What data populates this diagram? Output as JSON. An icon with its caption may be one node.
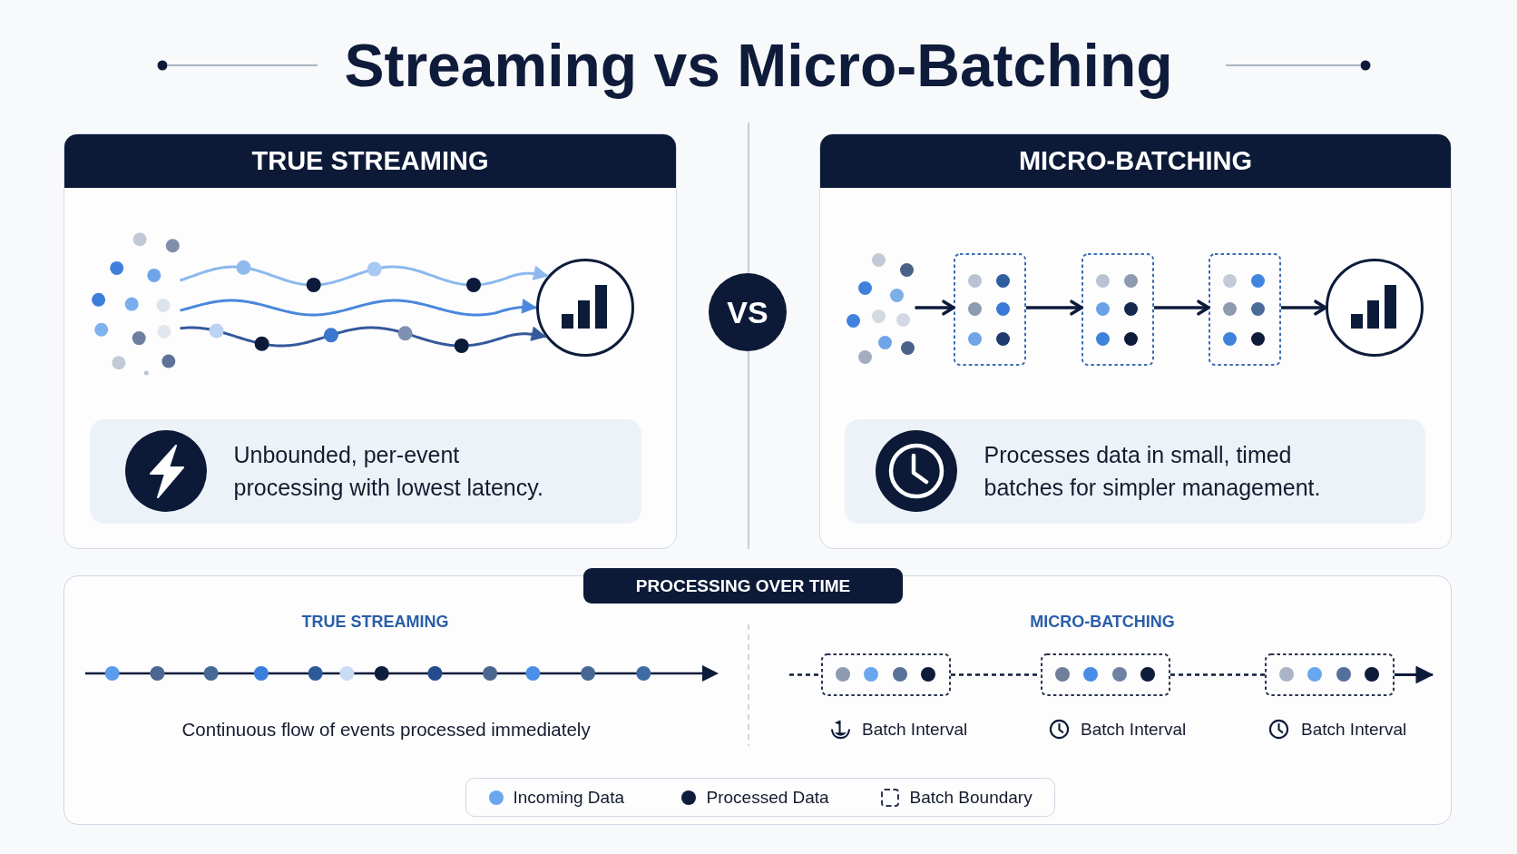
{
  "diagram": {
    "title": "Streaming vs Micro-Batching",
    "nodes": [
      {
        "text": [
          "TRUE STREAMING"
        ]
      },
      {
        "text": [],
        "shape": "picture",
        "in": 0
      },
      {
        "text": [],
        "shape": "circle",
        "in": 0
      },
      {
        "text": [
          "Unbounded, per-event processing with lowest latency."
        ],
        "in": 0
      },
      {
        "text": [
          "VS"
        ]
      },
      {
        "text": [
          "MICRO-BATCHING"
        ]
      },
      {
        "text": [],
        "shape": "picture",
        "in": 5
      },
      {
        "text": [],
        "shape": "box",
        "in": 5
      },
      {
        "text": [],
        "shape": "box",
        "in": 5
      },
      {
        "text": [],
        "shape": "box",
        "in": 5
      },
      {
        "text": [],
        "shape": "circle",
        "in": 5
      },
      {
        "text": [
          "Processes data in small, timed batches for simpler management."
        ],
        "in": 5
      },
      {
        "text": [
          "PROCESSING OVER TIME"
        ]
      },
      {
        "text": [],
        "shape": "box",
        "in": 12,
        "beside": [
          "Batch Interval"
        ]
      },
      {
        "text": [],
        "shape": "box",
        "in": 12,
        "beside": [
          "Batch Interval"
        ]
      },
      {
        "text": [],
        "shape": "box",
        "in": 12,
        "beside": [
          "Batch Interval"
        ]
      }
    ],
    "edges": [
      {
        "from": 1,
        "to": 2,
        "arrow": "to",
        "color": "#8cb8ee"
      },
      {
        "from": 1,
        "to": 2,
        "arrow": "to",
        "color": "#4a87dc"
      },
      {
        "from": 1,
        "to": 2,
        "arrow": "to",
        "color": "#34599a"
      },
      {
        "from": 6,
        "to": 7,
        "arrow": "to"
      },
      {
        "from": 7,
        "to": 8,
        "arrow": "to"
      },
      {
        "from": 8,
        "to": 9,
        "arrow": "to"
      },
      {
        "from": 9,
        "to": 10,
        "arrow": "to"
      },
      {
        "from": null,
        "to": 13,
        "arrow": "none",
        "style": "dashed"
      },
      {
        "from": 13,
        "to": 14,
        "arrow": "none",
        "style": "dashed"
      },
      {
        "from": 14,
        "to": 15,
        "arrow": "none",
        "style": "dashed"
      },
      {
        "from": 15,
        "to": null,
        "arrow": "to"
      }
    ],
    "labels": [
      "TRUE STREAMING",
      "MICRO-BATCHING",
      "Continuous flow of events processed immediately"
    ],
    "legend": [
      {
        "text": "Incoming Data",
        "color": "#6aa6ee"
      },
      {
        "text": "Processed Data",
        "color": "#0f1b3a"
      },
      {
        "text": "Batch Boundary"
      }
    ]
  }
}
